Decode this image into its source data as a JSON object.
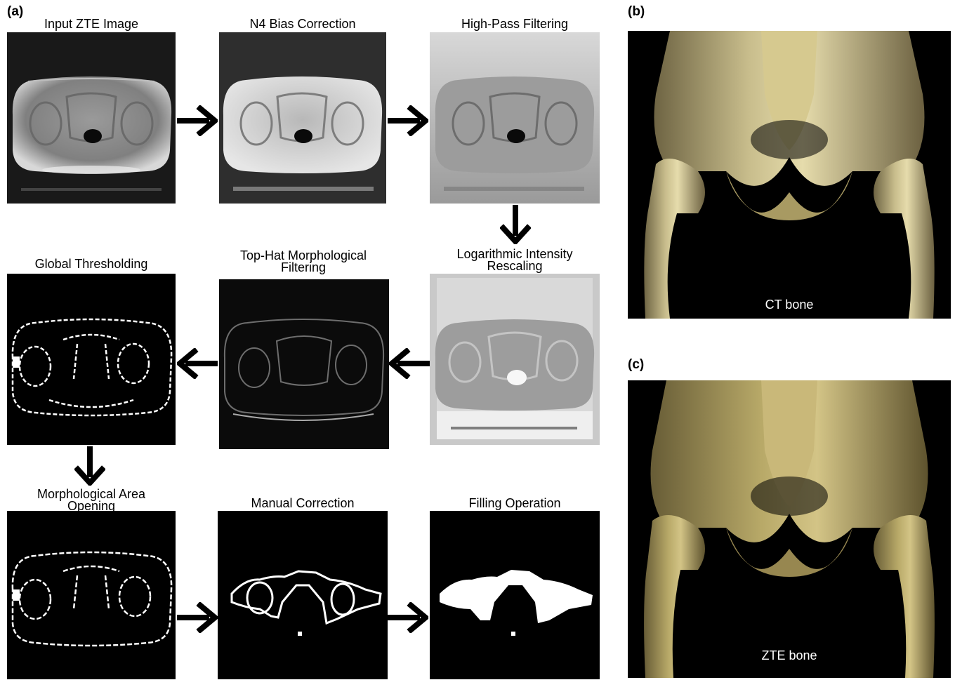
{
  "panel_a_label": "(a)",
  "panel_b_label": "(b)",
  "panel_c_label": "(c)",
  "steps": {
    "input": "Input ZTE Image",
    "n4": "N4 Bias Correction",
    "highpass": "High-Pass Filtering",
    "log_line1": "Logarithmic Intensity",
    "log_line2": "Rescaling",
    "tophat_line1": "Top-Hat Morphological",
    "tophat_line2": "Filtering",
    "threshold": "Global Thresholding",
    "area_line1": "Morphological Area",
    "area_line2": "Opening",
    "manual": "Manual Correction",
    "filling": "Filling Operation"
  },
  "ct_caption": "CT bone",
  "zte_caption": "ZTE bone"
}
